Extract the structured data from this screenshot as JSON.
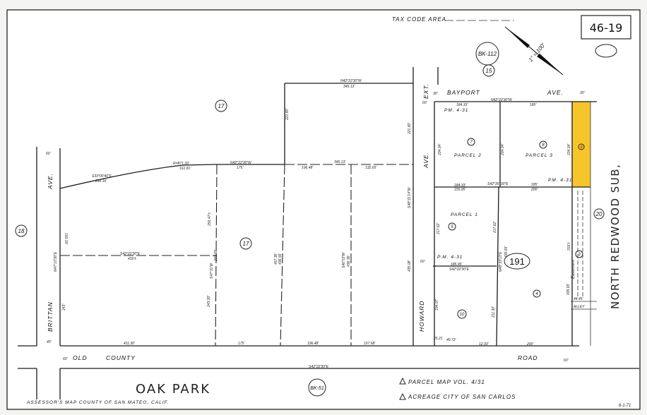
{
  "header": {
    "tax_code_label": "TAX CODE AREA",
    "map_number": "46-19",
    "scale": "1\" = 100'",
    "book_ref_top": "BK-112",
    "book_ref_top_parcel": "15"
  },
  "streets": {
    "bayport": "BAYPORT",
    "bayport_ave": "AVE.",
    "howard_ave": "AVE.",
    "howard": "HOWARD",
    "ext": "EXT.",
    "brittan": "BRITTAN",
    "brittan_ave": "AVE.",
    "old": "OLD",
    "county": "COUNTY",
    "road": "ROAD",
    "north_redwood_sub": "NORTH REDWOOD SUB,",
    "oak_park": "OAK PARK",
    "alley": "ALLEY",
    "easement": "Easement"
  },
  "parcels": {
    "p17_top": "17",
    "p17_mid": "17",
    "p18": "18",
    "p20": "20",
    "p7": "7",
    "p8": "8",
    "p9": "9",
    "p5": "5",
    "p3": "3",
    "p4": "4",
    "p10": "10",
    "block": "191",
    "parcel_1": "PARCEL 1",
    "parcel_2": "PARCEL 2",
    "parcel_3": "PARCEL 3",
    "pm1": "PM. 4-31",
    "pm2": "PM. 4-31",
    "pm3": "P.M. 4-31"
  },
  "dimensions": {
    "top_bearing": "N42°22'30\"W",
    "top_len": "345.13'",
    "curve_bearing": "S33°00'46\"E",
    "curve_len": "266.16'",
    "curve_r": "R=871.33'",
    "curve_arc": "161.81'",
    "mid_bearing": "N42°22'30\"W",
    "mid_175": "175'",
    "mid_196": "196.48'",
    "mid_345": "345.13'",
    "mid_132": "132.65'",
    "inner_bearing": "S42°22'30\"E",
    "inner_len": "416'±",
    "left_150": "150.33'",
    "left_bearing": "N47°10'30\"E",
    "left_243": "243'",
    "v1_256": "256.47'±",
    "v1_bearing": "S47°31'W",
    "v1_231": "231.33'",
    "v1_243": "243.30'",
    "v2_457": "457.36'",
    "v2_436": "436.56'",
    "v3_bearing": "S46°53'W",
    "v3_436": "436.36'",
    "v4_435": "435.08'",
    "v4_bearing": "S48°31'14\"W",
    "v4_221": "221.80'",
    "bot_411": "411.30'",
    "bot_175": "175'",
    "bot_196": "196.48'",
    "bot_157": "157.68'",
    "road_bearing": "S42°22'30\"E",
    "r_top_184": "184.33'",
    "r_top_bearing": "N42°22'30\"W",
    "r_top_185": "185'",
    "r_234a": "234.34'",
    "r_234b": "234.34'",
    "r_234c": "234.34'",
    "r_mid_184": "184.33'",
    "r_mid_155": "155.95'",
    "r_mid_bearing": "S42°35' 30\"E",
    "r_mid_185": "185'",
    "r_mid_200": "200'",
    "r_217a": "217.62'",
    "r_217b": "217.62'",
    "r_435": "435.65'",
    "r_c_bearing": "N48°33'13\"E",
    "r_185": "185.95'",
    "r_185_bearing": "S42°22'30\"E",
    "r_194": "194.07'",
    "r_211": "211.30'",
    "r_bot_25": "25.21",
    "r_bot_49": "49.72'",
    "r_bot_12": "12.93'",
    "r_bot_200": "200'",
    "r_316": "316'±",
    "r_435b": "435.65'",
    "r_44": "44.45'",
    "r_60a": "60'",
    "r_60b": "60'",
    "r_60c": "60'",
    "r_30a": "30'",
    "r_30b": "30'",
    "r_60d": "60'",
    "r_60e": "60'",
    "r_40": "40'",
    "r_221": "221.80'"
  },
  "legend": {
    "item1": "PARCEL MAP VOL. 4/31",
    "item2": "ACREAGE CITY OF SAN CARLOS"
  },
  "footer": {
    "book_ref": "BK-51",
    "assessor_note": "ASSESSOR'S MAP COUNTY OF SAN MATEO, CALIF.",
    "date": "6-1-71"
  },
  "colors": {
    "highlight": "#f5c52a",
    "paper": "#ffffff",
    "ink": "#1a1a1a"
  }
}
